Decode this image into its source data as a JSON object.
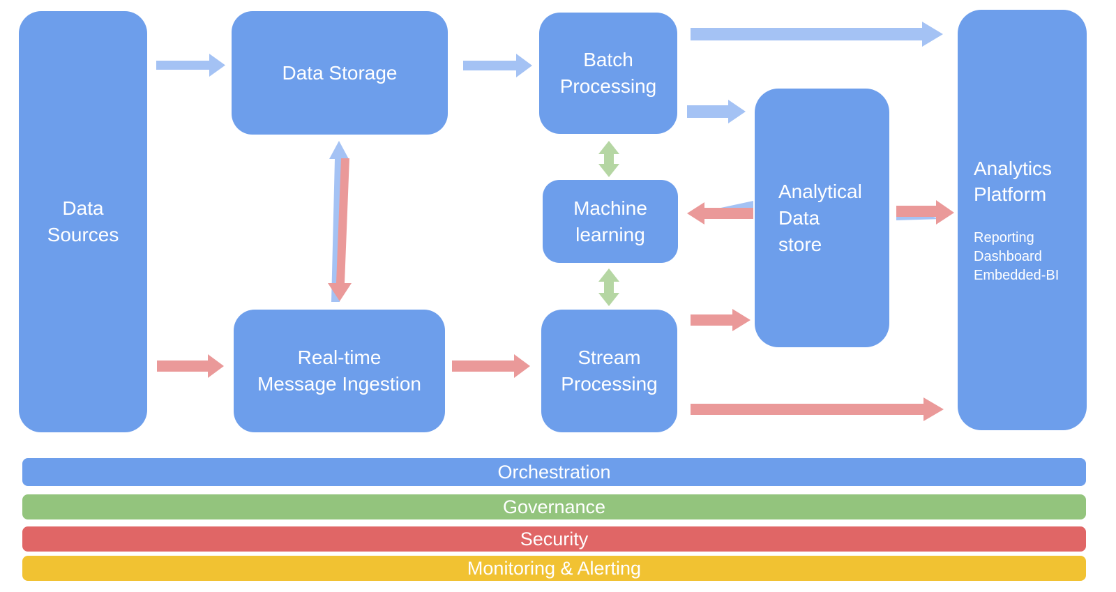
{
  "palette": {
    "box_blue": "#6d9eeb",
    "arrow_blue": "#a4c2f4",
    "arrow_red": "#ea9999",
    "arrow_green": "#b5d6a3",
    "bar_blue": "#6d9eeb",
    "bar_green": "#93c47d",
    "bar_red": "#e06666",
    "bar_yellow": "#f1c232"
  },
  "boxes": {
    "data_sources": {
      "lines": [
        "Data",
        "Sources"
      ]
    },
    "data_storage": {
      "lines": [
        "Data Storage"
      ]
    },
    "realtime_ingestion": {
      "lines": [
        "Real-time",
        "Message Ingestion"
      ]
    },
    "batch_processing": {
      "lines": [
        "Batch",
        "Processing"
      ]
    },
    "machine_learning": {
      "lines": [
        "Machine",
        "learning"
      ]
    },
    "stream_processing": {
      "lines": [
        "Stream",
        "Processing"
      ]
    },
    "analytical_data_store": {
      "lines": [
        "Analytical",
        "Data",
        "store"
      ]
    },
    "analytics_platform": {
      "title_lines": [
        "Analytics",
        "Platform"
      ],
      "sub_lines": [
        "Reporting",
        "Dashboard",
        "Embedded-BI"
      ]
    }
  },
  "bars": [
    {
      "label": "Orchestration",
      "color": "#6d9eeb"
    },
    {
      "label": "Governance",
      "color": "#93c47d"
    },
    {
      "label": "Security",
      "color": "#e06666"
    },
    {
      "label": "Monitoring & Alerting",
      "color": "#f1c232"
    }
  ]
}
